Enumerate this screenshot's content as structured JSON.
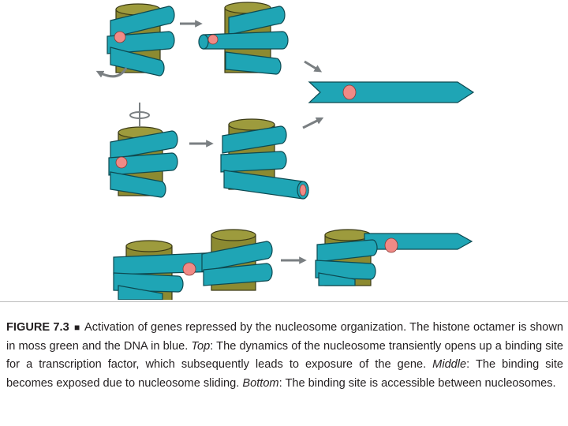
{
  "colors": {
    "histone": "#8c8a31",
    "histone_top": "#9d9b3d",
    "histone_outline": "#3b3a16",
    "dna": "#1fa5b5",
    "dna_outline": "#0d4a52",
    "binding_site": "#f08a86",
    "arrow": "#7a7f82"
  },
  "caption": {
    "label": "FIGURE 7.3",
    "marker": "■",
    "text": " Activation of genes repressed by the nucleosome organization. The histone octamer is shown in moss green and the DNA in blue. ",
    "top_label": "Top",
    "top_text": ": The dynamics of the nucleosome transiently opens up a binding site for a transcription factor, which subsequently leads to exposure of the gene. ",
    "middle_label": "Middle",
    "middle_text": ": The binding site becomes exposed due to nucleosome sliding. ",
    "bottom_label": "Bottom",
    "bottom_text": ": The binding site is accessible between nucleosomes."
  }
}
